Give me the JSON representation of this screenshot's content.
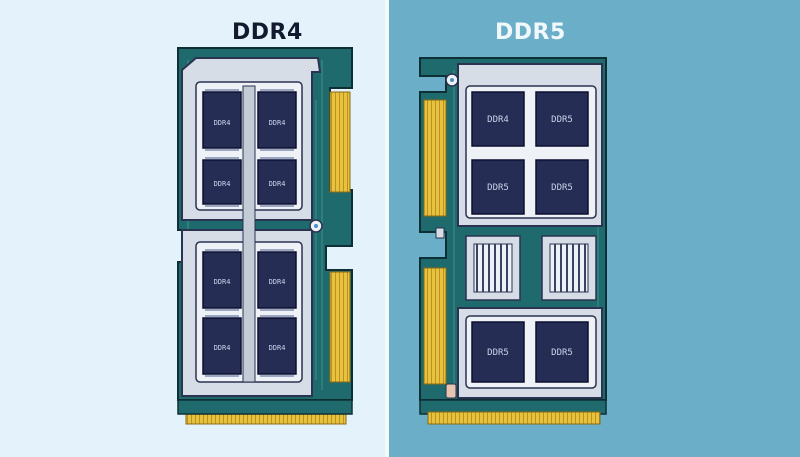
{
  "comparison": {
    "left": {
      "title": "DDR4",
      "chip_labels": [
        "DDR4",
        "DDR4",
        "DDR4",
        "DDR4",
        "DDR4",
        "DDR4",
        "DDR4",
        "DDR4"
      ]
    },
    "right": {
      "title": "DDR5",
      "chip_labels": [
        "DDR4",
        "DDR5",
        "DDR5",
        "DDR5",
        "DDR5",
        "DDR5"
      ]
    }
  },
  "colors": {
    "left_background": "#e4f3fb",
    "right_background": "#6aaec8",
    "pcb": "#1e6a6c",
    "heatspreader": "#d7dde6",
    "chip": "#262d55",
    "gold_contacts": "#e8c23c"
  }
}
